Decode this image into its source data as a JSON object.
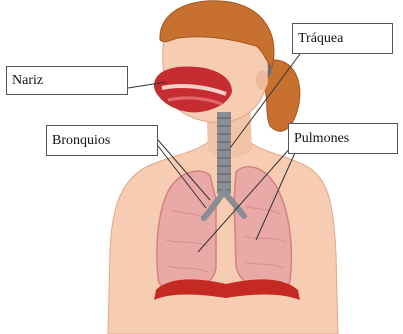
{
  "labels": {
    "nariz": "Nariz",
    "traquea": "Tráquea",
    "bronquios": "Bronquios",
    "pulmones": "Pulmones"
  },
  "colors": {
    "skin": "#f6cdb2",
    "skin_shadow": "#e8ad8c",
    "hair": "#c8702f",
    "hair_dark": "#a4561f",
    "lung": "#e9a9a6",
    "lung_dark": "#d4817f",
    "diaphragm": "#c42a22",
    "nasal_cavity": "#c62d32",
    "trachea": "#8a8e94",
    "leader_line": "#333333",
    "label_border": "#555555"
  },
  "icons": {
    "figure": "human-respiratory-system-figure"
  }
}
